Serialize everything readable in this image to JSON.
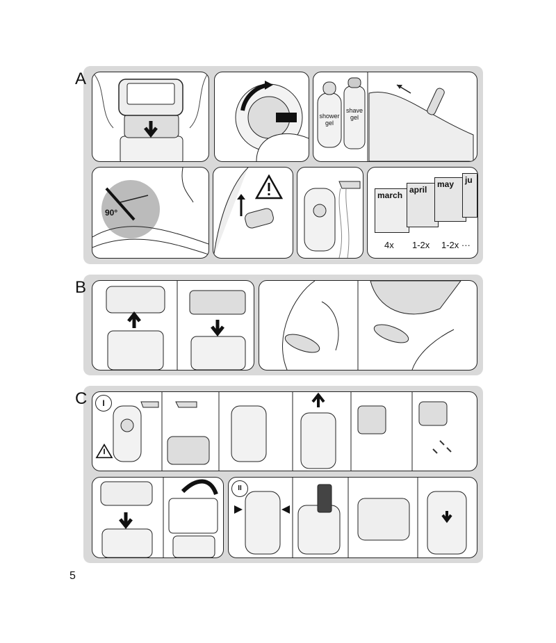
{
  "sections": {
    "a": {
      "letter": "A"
    },
    "b": {
      "letter": "B"
    },
    "c": {
      "letter": "C"
    }
  },
  "labels": {
    "shower_gel": [
      "shower",
      "gel"
    ],
    "shave_gel": [
      "shave",
      "gel"
    ],
    "angle": "90°"
  },
  "calendar": {
    "months": [
      "march",
      "april",
      "may",
      "ju"
    ],
    "frequencies": [
      "4x",
      "1-2x",
      "1-2x ···"
    ]
  },
  "steps": {
    "one": "I",
    "two": "II"
  },
  "page_number": "5",
  "icons": [
    "warning-icon",
    "arrow-icon",
    "water-drop-icon",
    "no-brush-icon"
  ]
}
